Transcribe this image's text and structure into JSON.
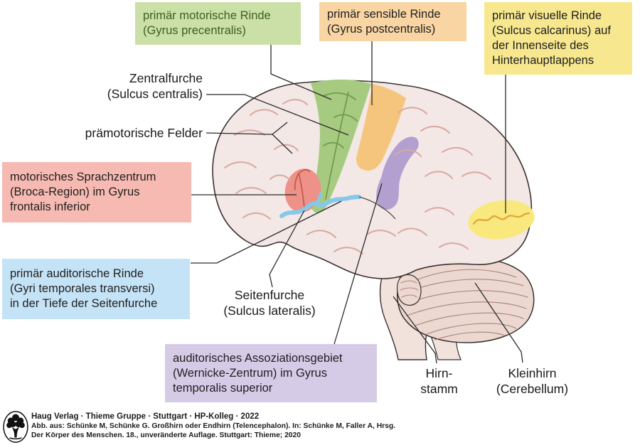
{
  "callouts": {
    "motor": {
      "text": "primär motorische Rinde\n(Gyrus precentralis)",
      "bg": "#cbe0a6",
      "text_color": "#3e5e22"
    },
    "sensory": {
      "text": "primär sensible Rinde\n(Gyrus postcentralis)",
      "bg": "#f9d5a3",
      "text_color": "#1f1f1f"
    },
    "visual": {
      "text": "primär visuelle Rinde\n(Sulcus calcarinus) auf\nder Innenseite des\nHinterhauptlappens",
      "bg": "#f7e88f",
      "text_color": "#1f1f1f"
    },
    "broca": {
      "text": "motorisches Sprachzentrum\n(Broca-Region) im Gyrus\nfrontalis inferior",
      "bg": "#f6bab2",
      "text_color": "#1f1f1f"
    },
    "auditory": {
      "text": "primär auditorische Rinde\n(Gyri temporales transversi)\nin der Tiefe der Seitenfurche",
      "bg": "#c5e3f6",
      "text_color": "#1f1f1f"
    },
    "wernicke": {
      "text": "auditorisches Assoziationsgebiet\n(Wernicke-Zentrum) im Gyrus\ntemporalis superior",
      "bg": "#d6cbe7",
      "text_color": "#1f1f1f"
    }
  },
  "labels": {
    "central_sulcus": "Zentralfurche\n(Sulcus centralis)",
    "premotor_fields": "prämotorische Felder",
    "lateral_sulcus": "Seitenfurche\n(Sulcus lateralis)",
    "brainstem": "Hirn-\nstamm",
    "cerebellum": "Kleinhirn\n(Cerebellum)"
  },
  "footer": {
    "line1": "Haug Verlag · Thieme Gruppe · Stuttgart · HP-Kolleg · 2022",
    "line2": "Abb. aus: Schünke M, Schünke G. Großhirn oder Endhirn (Telencephalon). In: Schünke M, Faller A, Hrsg.",
    "line3": "Der Körper des Menschen. 18., unveränderte Auflage. Stuttgart: Thieme; 2020"
  },
  "brain_region_colors": {
    "primary_motor_cortex": "#a6cb80",
    "primary_somatosensory_cortex": "#f5c57d",
    "broca_area": "#ee9188",
    "wernicke_area": "#b3a0d0",
    "primary_visual_cortex": "#f9e87e",
    "lateral_sulcus_line": "#85c8e9",
    "cerebrum_fill": "#f3e8e5",
    "cerebellum_fill": "#ecd8d0",
    "gyri_line": "#d8a9a0",
    "outline": "#3a3230"
  }
}
